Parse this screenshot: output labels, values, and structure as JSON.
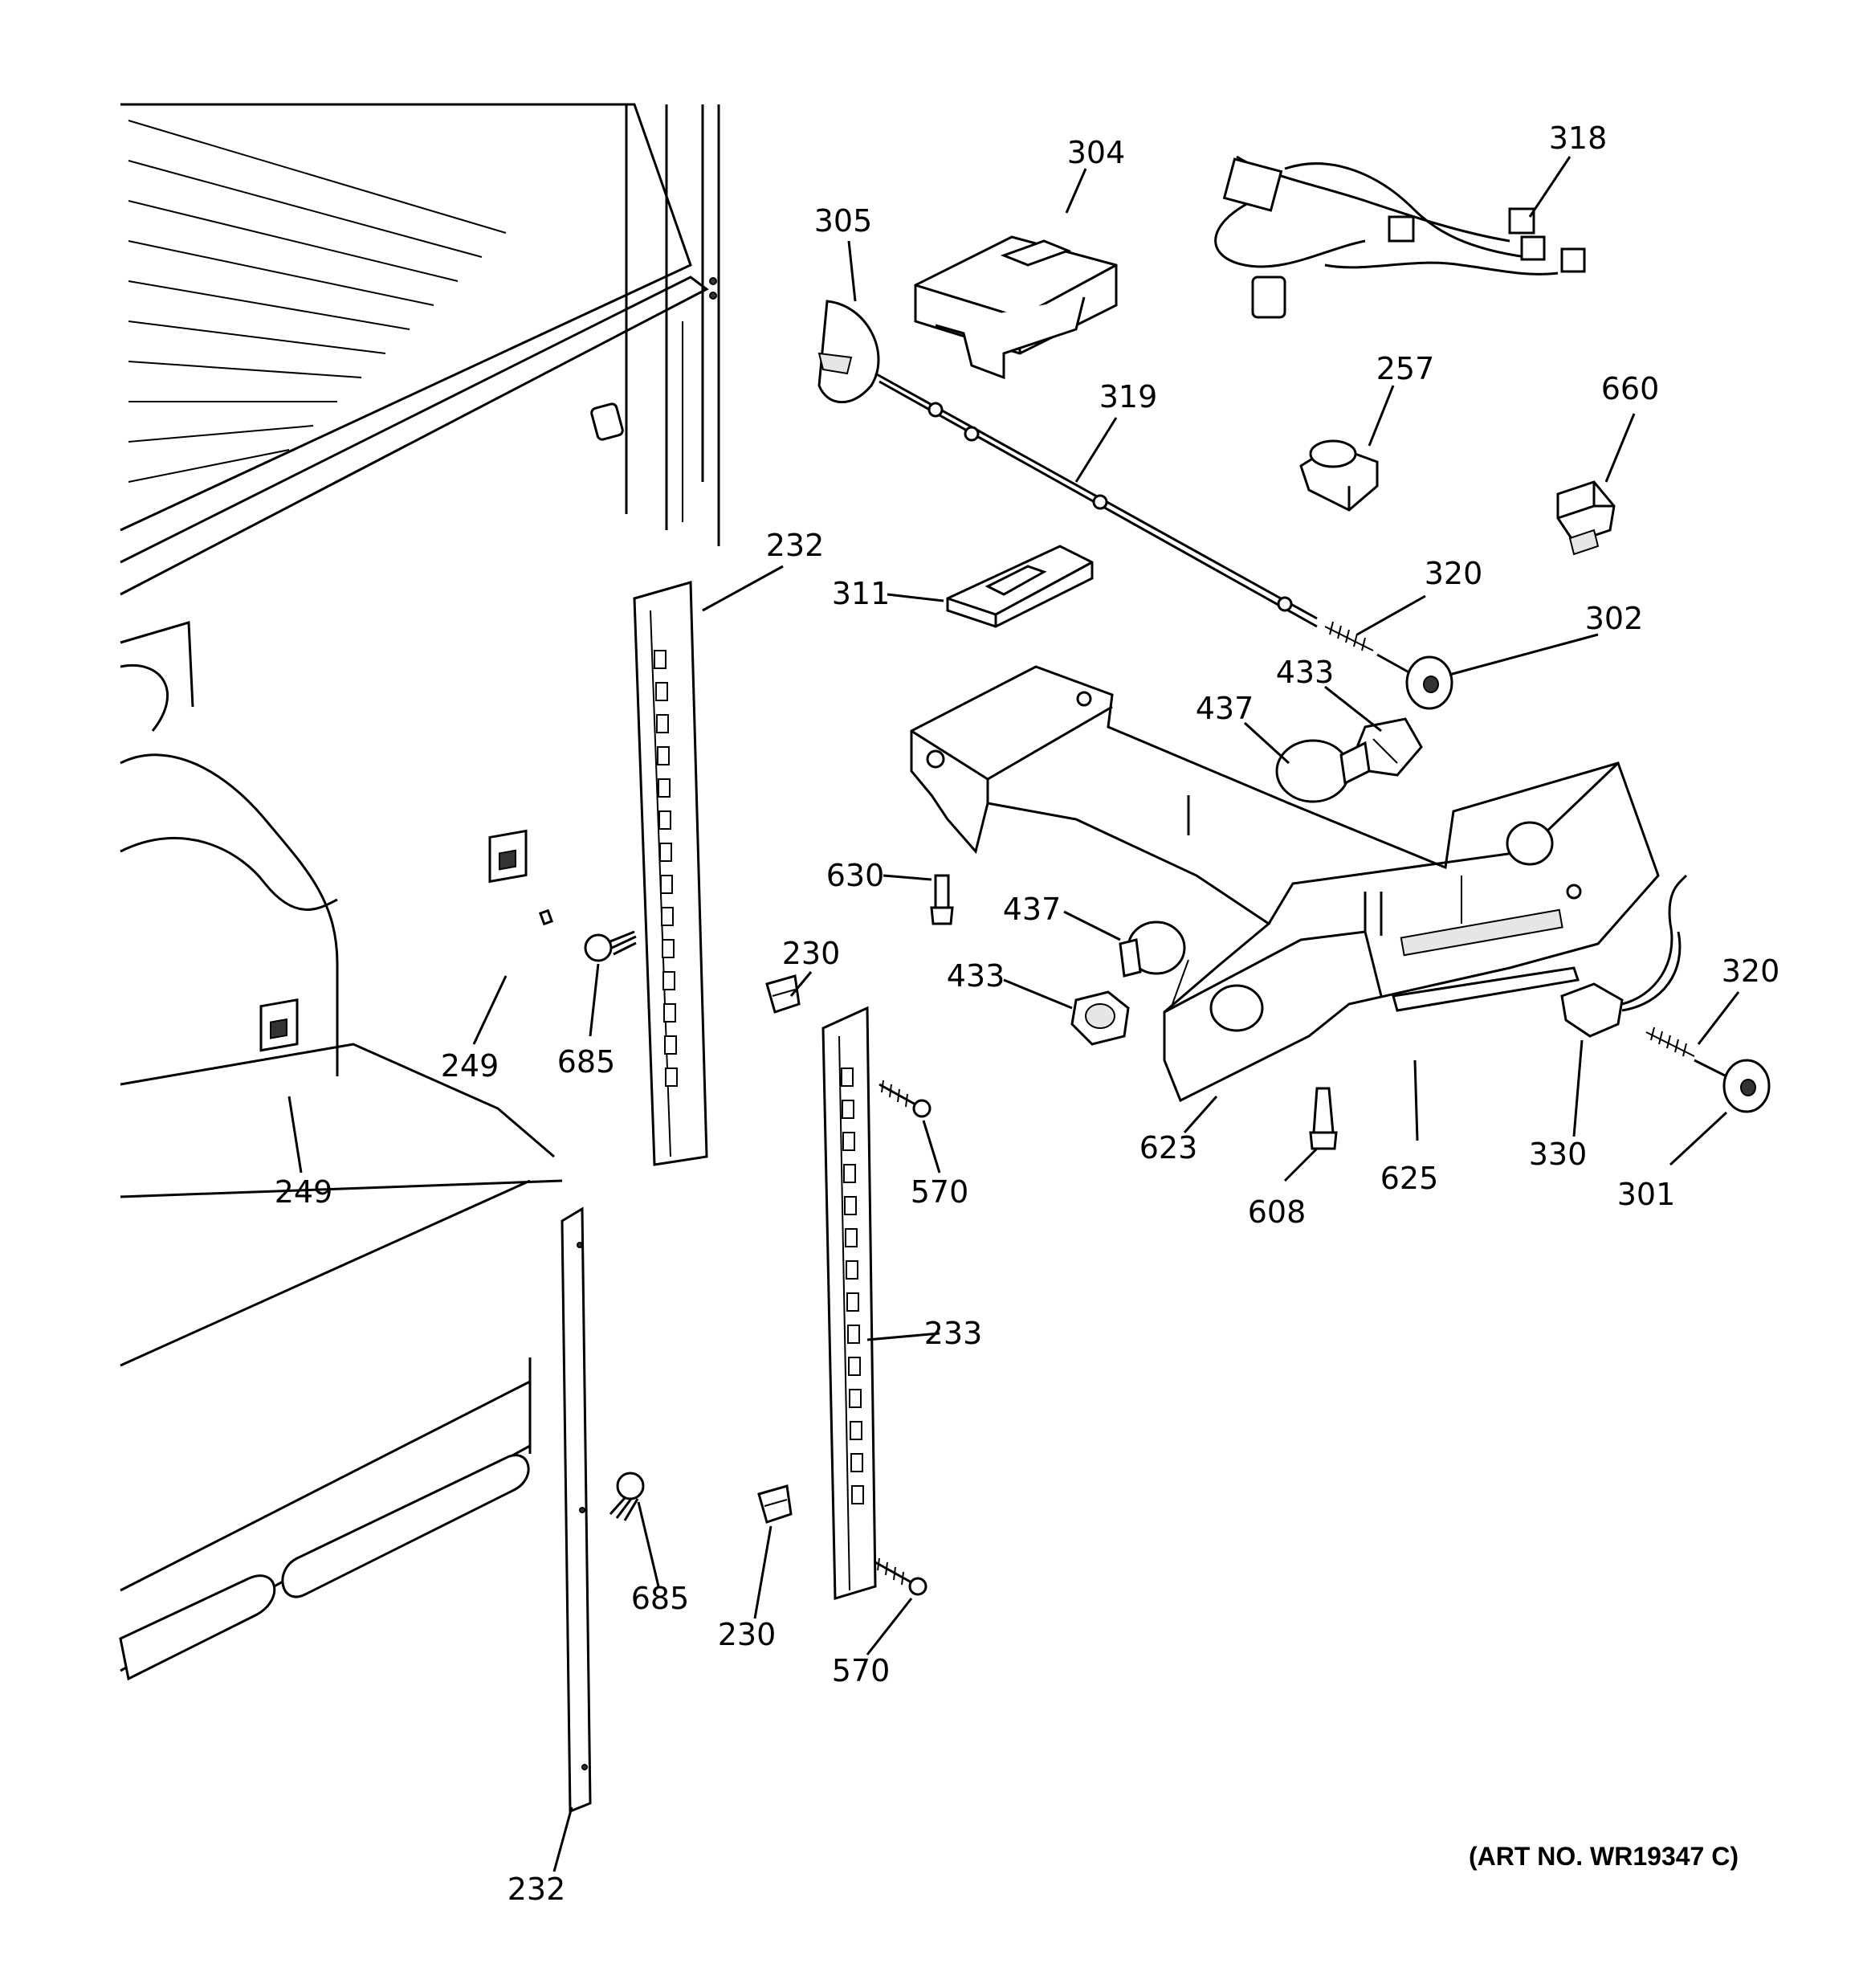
{
  "art_number": "(ART NO. WR19347 C)",
  "labels": {
    "l304": "304",
    "l318": "318",
    "l305": "305",
    "l257": "257",
    "l660": "660",
    "l319": "319",
    "l232a": "232",
    "l311": "311",
    "l320a": "320",
    "l302": "302",
    "l433a": "433",
    "l437a": "437",
    "l630": "630",
    "l437b": "437",
    "l230a": "230",
    "l433b": "433",
    "l320b": "320",
    "l249a": "249",
    "l685a": "685",
    "l623": "623",
    "l330": "330",
    "l625": "625",
    "l301": "301",
    "l608": "608",
    "l249b": "249",
    "l570a": "570",
    "l233": "233",
    "l685b": "685",
    "l230b": "230",
    "l570b": "570",
    "l232b": "232"
  }
}
